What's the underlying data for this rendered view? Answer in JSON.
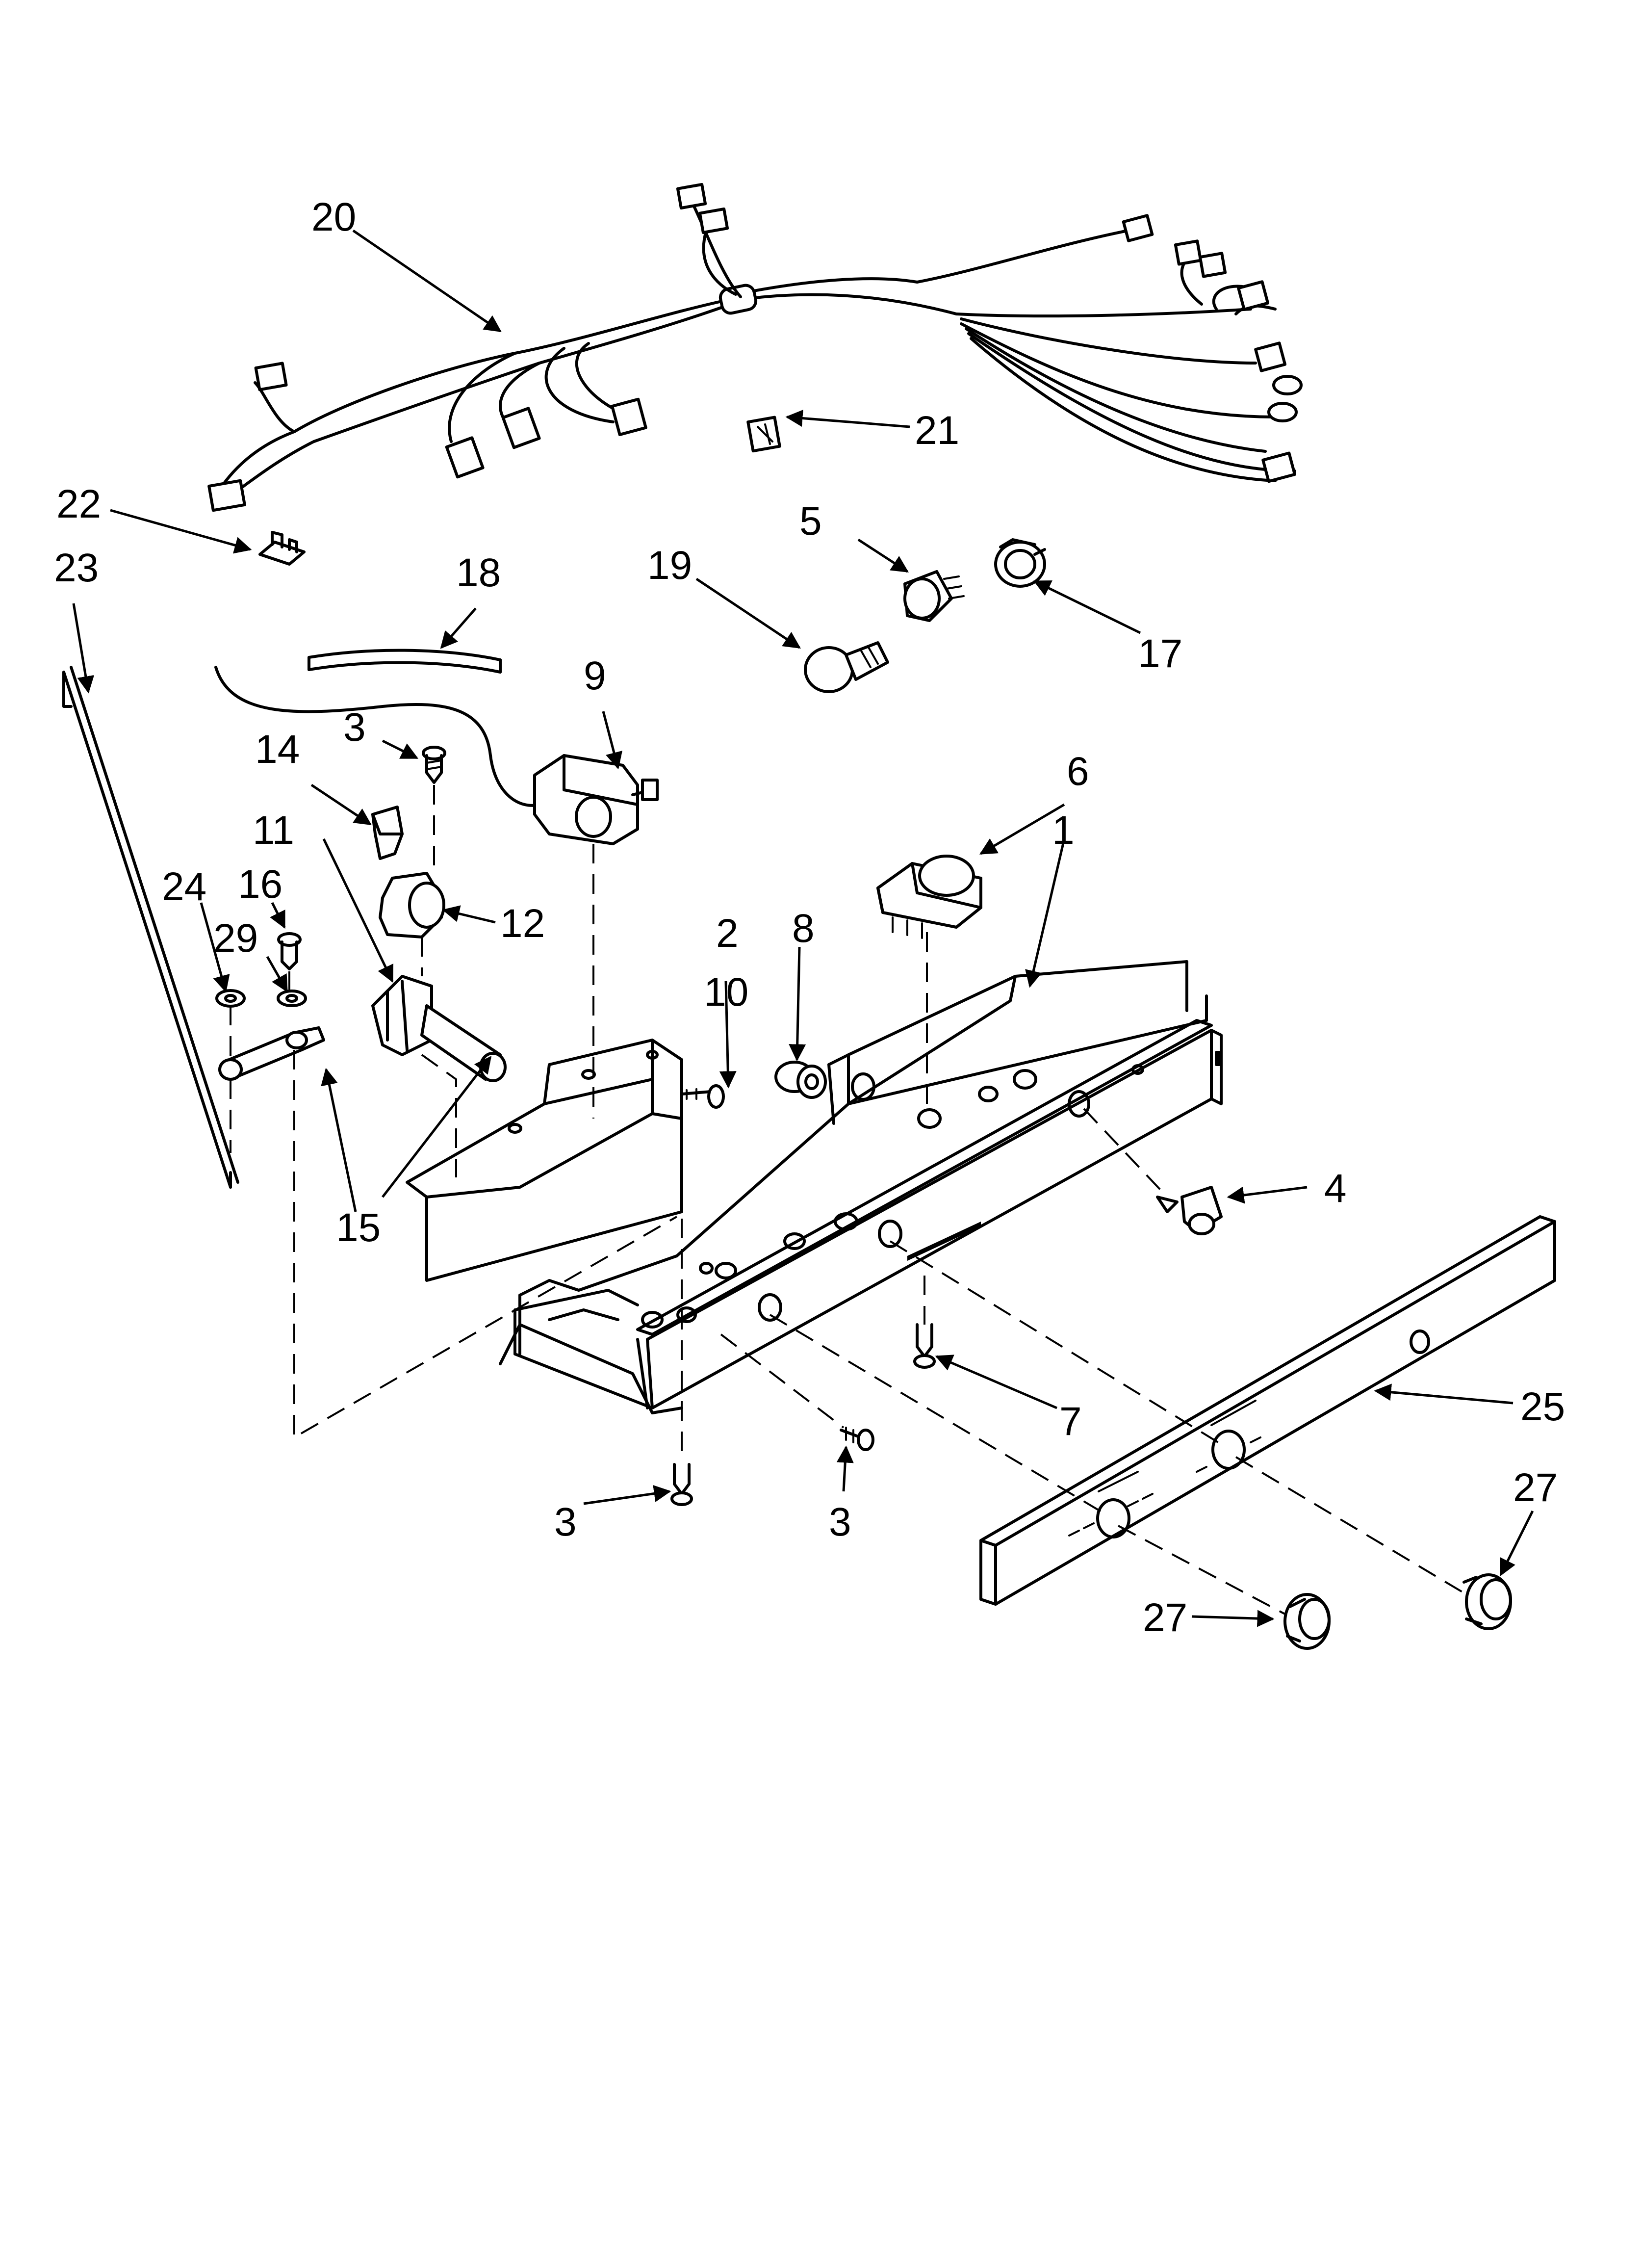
{
  "callouts": {
    "c1": "1",
    "c2": "2",
    "c3a": "3",
    "c3b": "3",
    "c3c": "3",
    "c4": "4",
    "c5": "5",
    "c6": "6",
    "c7": "7",
    "c8": "8",
    "c9": "9",
    "c10": "10",
    "c11": "11",
    "c12": "12",
    "c14": "14",
    "c15": "15",
    "c16": "16",
    "c17": "17",
    "c18": "18",
    "c19": "19",
    "c20": "20",
    "c21": "21",
    "c22": "22",
    "c23": "23",
    "c24": "24",
    "c25": "25",
    "c27a": "27",
    "c27b": "27",
    "c29": "29"
  }
}
